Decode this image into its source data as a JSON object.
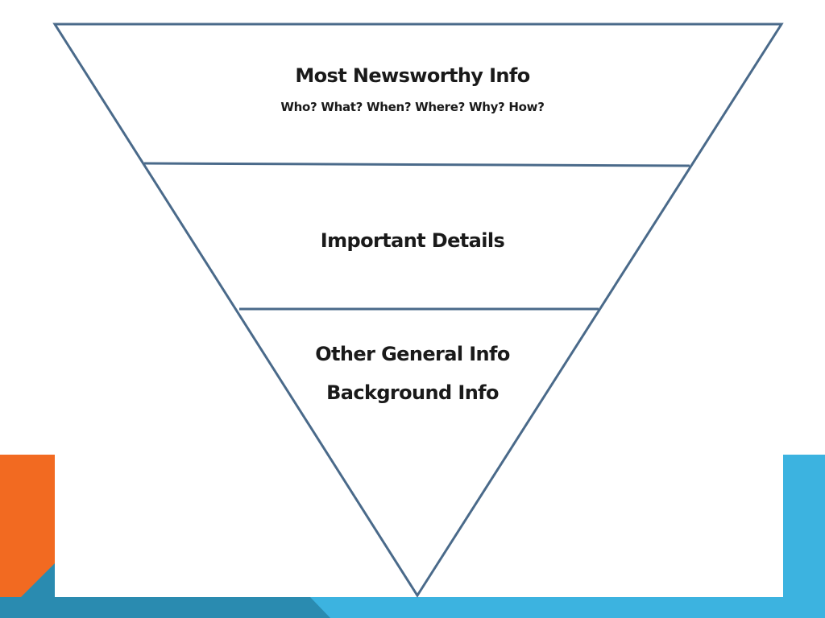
{
  "diagram": {
    "tiers": [
      {
        "title": "Most Newsworthy Info",
        "subtitle": "Who? What? When? Where? Why? How?"
      },
      {
        "title": "Important Details"
      },
      {
        "title": "Other General Info",
        "title_line2": "Background Info"
      }
    ]
  },
  "colors": {
    "outline": "#4a6a8a",
    "accent_orange": "#f26a21",
    "accent_light_blue": "#3cb3e0",
    "accent_dark_blue": "#2a8bb0",
    "background": "#ffffff",
    "text": "#1a1a1a"
  }
}
